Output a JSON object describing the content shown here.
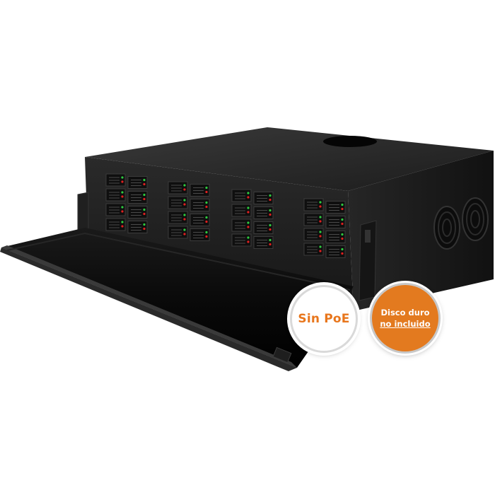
{
  "badges": {
    "poe": {
      "text": "Sin PoE"
    },
    "hdd": {
      "line1": "Disco duro",
      "line2": "no incluido"
    }
  },
  "colors": {
    "accent_orange": "#e37a1f",
    "chassis": "#1b1b1b",
    "led_green": "#2ecc40",
    "led_red": "#e02020"
  },
  "icons": {
    "fan_vents": "fan-vent-icon",
    "drive_bays": "hard-drive-bay-icon"
  }
}
